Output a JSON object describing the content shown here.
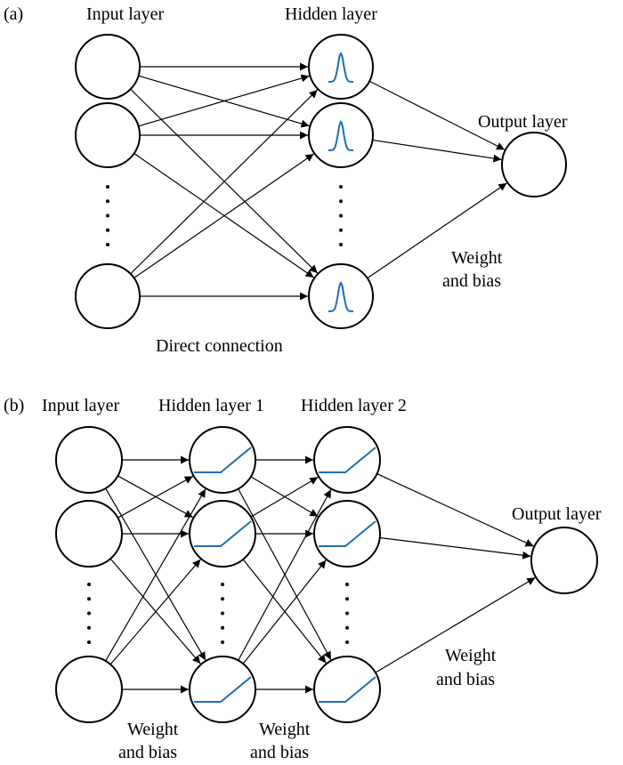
{
  "panel_a": {
    "tag": "(a)",
    "input_label": "Input layer",
    "hidden_label": "Hidden layer",
    "output_label": "Output layer",
    "direct_label": "Direct connection",
    "wb_line1": "Weight",
    "wb_line2": "and bias",
    "hidden_activation_icon": "gaussian-curve-icon"
  },
  "panel_b": {
    "tag": "(b)",
    "input_label": "Input layer",
    "hidden1_label": "Hidden layer 1",
    "hidden2_label": "Hidden layer 2",
    "output_label": "Output layer",
    "wb1_line1": "Weight",
    "wb1_line2": "and bias",
    "wb2_line1": "Weight",
    "wb2_line2": "and bias",
    "wb3_line1": "Weight",
    "wb3_line2": "and bias",
    "hidden_activation_icon": "relu-curve-icon"
  },
  "colors": {
    "activation_curve": "#1f6eb5",
    "stroke": "#000000",
    "background": "#ffffff"
  }
}
